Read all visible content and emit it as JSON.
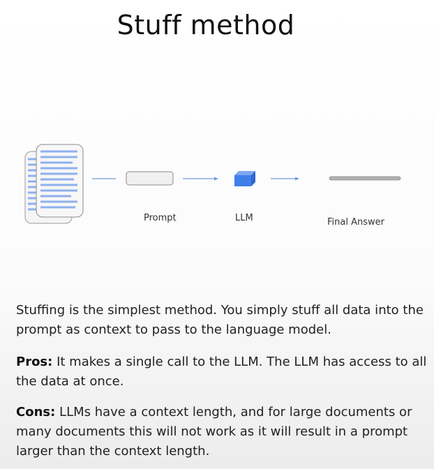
{
  "title": "Stuff method",
  "diagram": {
    "prompt_label": "Prompt",
    "llm_label": "LLM",
    "final_answer_label": "Final Answer",
    "accent_color": "#3f7fe8",
    "doc_line_color": "#8fb0ee",
    "arrow_color": "#6f9be0"
  },
  "description": {
    "intro": "Stuffing is the simplest method. You simply stuff all data into the prompt as context to pass to the language model.",
    "pros_label": "Pros:",
    "pros_text": " It makes a single call to the LLM. The LLM has access to all the data at once.",
    "cons_label": "Cons:",
    "cons_text": " LLMs have a context length, and for large documents or many documents this will not work as it will result in a prompt larger than the context length."
  }
}
